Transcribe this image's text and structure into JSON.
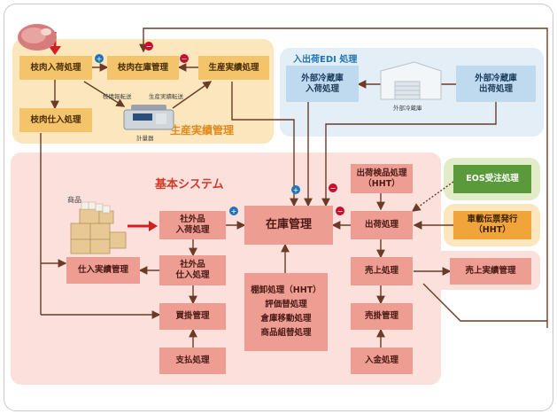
{
  "regions": {
    "production_title": "生産実績管理",
    "edi_title": "入出荷EDI 処理",
    "core_title": "基本システム"
  },
  "boxes": {
    "edanikuNyuka": "枝肉入荷処理",
    "edanikuZaiko": "枝肉在庫管理",
    "seisanJisseki": "生産実績処理",
    "edanikuShiire": "枝肉仕入処理",
    "gaibuNyuka": "外部冷蔵庫\n入荷処理",
    "gaibuShukka": "外部冷蔵庫\n出荷処理",
    "shukkaKenpin": "出荷検品処理\n（HHT）",
    "eos": "EOS受注処理",
    "shasai": "車載伝票発行\n（HHT）",
    "shagaihinNyuka": "社外品\n入荷処理",
    "zaikoKanri": "在庫管理",
    "shukkaShori": "出荷処理",
    "shagaihinShiire": "社外品\n仕入処理",
    "shiireJisseki": "仕入実績管理",
    "uriage": "売上処理",
    "uriageJisseki": "売上実績管理",
    "kaikake": "買掛管理",
    "urikake": "売掛管理",
    "shiharai": "支払処理",
    "nyukin": "入金処理",
    "tanaoroshi": "棚卸処理（HHT）\n評価替処理\n倉庫移動処理\n商品組替処理"
  },
  "labels": {
    "edaJohoTenso": "枝情報転送",
    "seisanJissekiTenso": "生産実績転送",
    "keiryoki": "計量器",
    "gaibuReizoko": "外部冷蔵庫",
    "shohin": "商品"
  },
  "colors": {
    "orange_region": "#fbe6bd",
    "blue_region": "#e3eef6",
    "pink_region": "#fbe0dc",
    "arrow": "#6b3b28",
    "plus": "#1f74b8",
    "minus": "#c8102e"
  },
  "icons": [
    "meat-icon",
    "scale-icon",
    "warehouse-icon",
    "goods-boxes-icon",
    "plus-icon",
    "minus-icon"
  ]
}
